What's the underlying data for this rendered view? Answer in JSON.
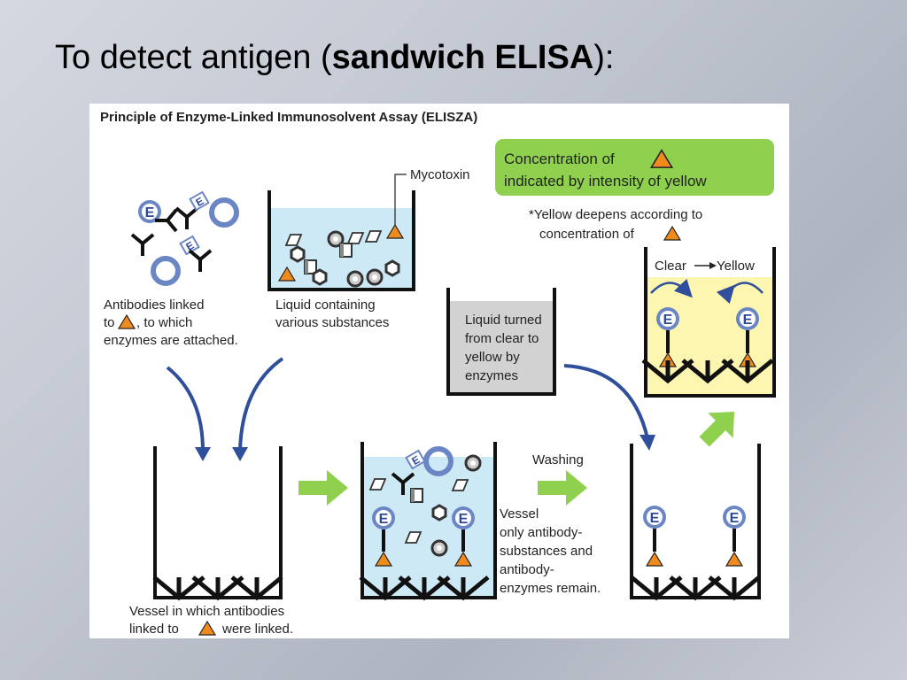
{
  "slide": {
    "title_prefix": "To detect antigen (",
    "title_bold": "sandwich ELISA",
    "title_suffix": "):"
  },
  "diagram": {
    "heading": "Principle of Enzyme-Linked Immunosolvent Assay (ELISZA)",
    "mycotoxin_label": "Mycotoxin",
    "concentration_box": {
      "line1": "Concentration of",
      "line2": "indicated by intensity of yellow"
    },
    "note": {
      "line1": "*Yellow deepens according to",
      "line2": "concentration of"
    },
    "antibodies_caption": {
      "line1": "Antibodies linked",
      "line2_before": "to",
      "line2_after": ", to which",
      "line3": "enzymes are attached."
    },
    "liquid_caption": {
      "line1": "Liquid containing",
      "line2": "various substances"
    },
    "liquid_turned_caption": {
      "line1": "Liquid turned",
      "line2": "from clear to",
      "line3": "yellow by",
      "line4": "enzymes"
    },
    "clear_yellow": {
      "clear": "Clear",
      "yellow": "Yellow"
    },
    "vessel_caption": {
      "line1": "Vessel in which antibodies",
      "line2_before": "linked to",
      "line2_after": "were linked."
    },
    "washing_label": "Washing",
    "remain_caption": {
      "line1": "Vessel",
      "line2": "only antibody-",
      "line3": "substances and",
      "line4": "antibody-",
      "line5": "enzymes remain."
    },
    "enzyme_letter": "E"
  },
  "colors": {
    "liquid_blue": "#cde9f5",
    "yellow_liquid": "#fdf6b0",
    "gray_liquid": "#d2d2d2",
    "green_box": "#8fd14f",
    "green_arrow": "#8fd14f",
    "blue_arrow": "#2f4e9c",
    "enzyme_circle": "#6b86c4",
    "triangle": "#ef8a1c"
  }
}
